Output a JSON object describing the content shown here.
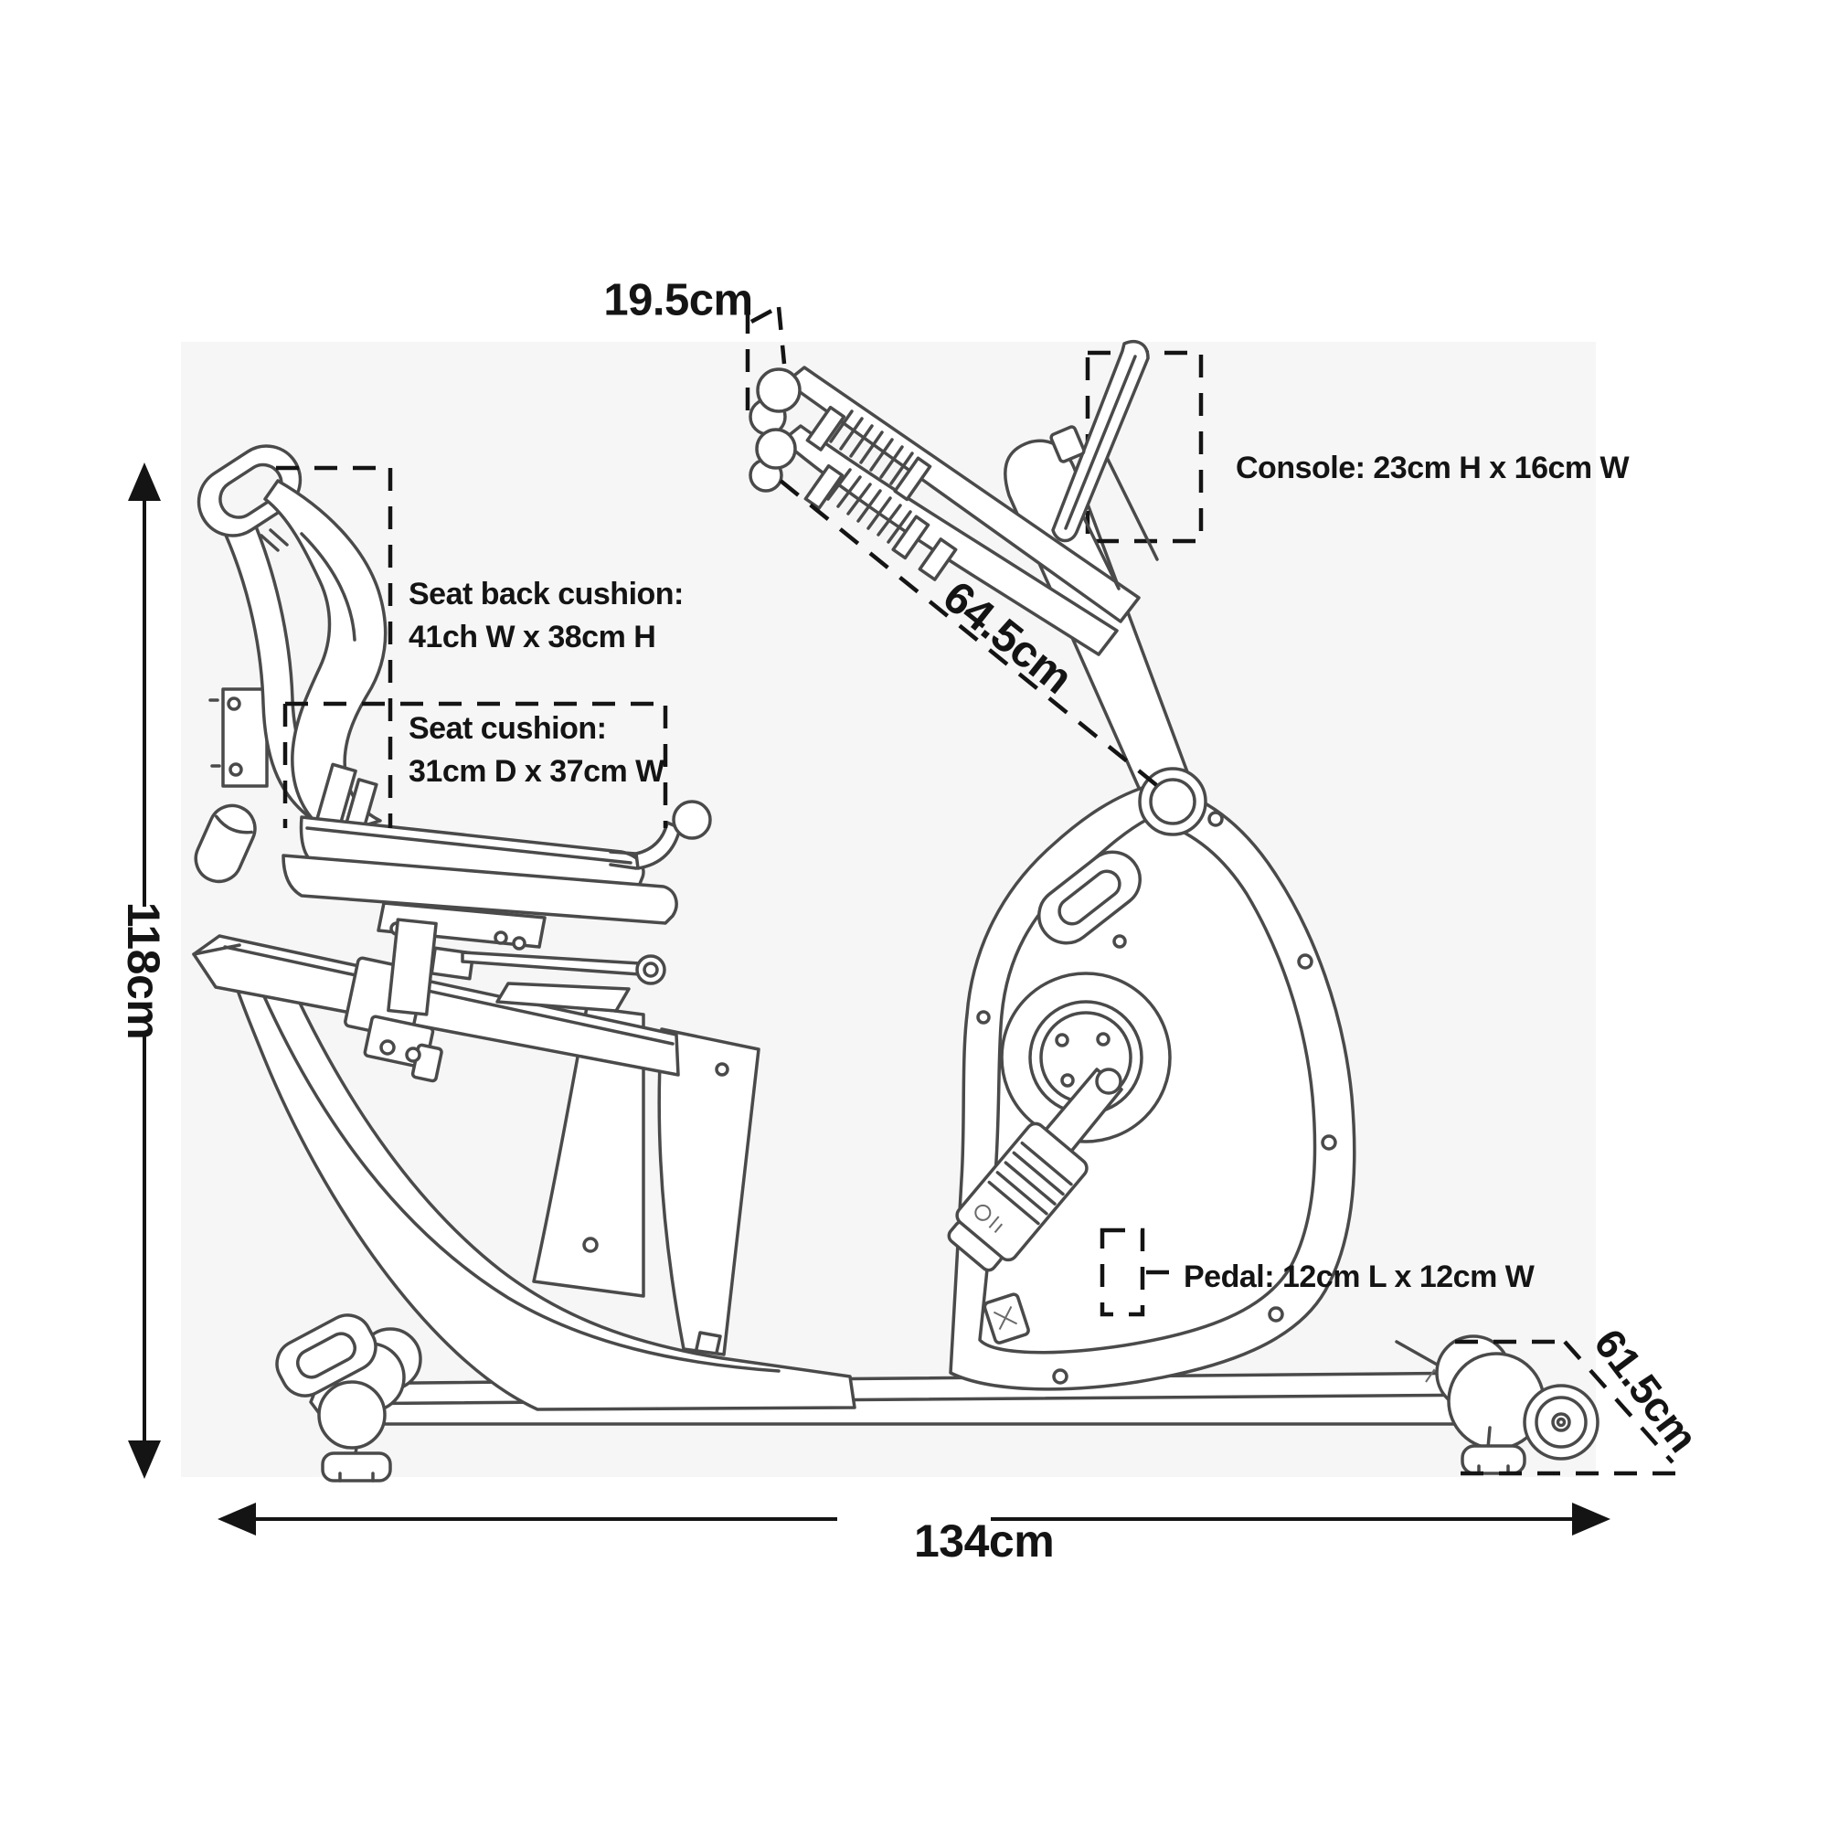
{
  "page": {
    "background": "#ffffff",
    "drawing_area_background": "#f6f6f6"
  },
  "diagram": {
    "subject": "Recumbent exercise bike dimensions diagram",
    "line_color": "#4a4a4a",
    "annotation_color": "#141414",
    "labels": {
      "handlebar_width": "19.5cm",
      "console": "Console: 23cm H x 16cm W",
      "seat_back_line1": "Seat back cushion:",
      "seat_back_line2": "41ch W x 38cm H",
      "seat_cushion_line1": "Seat cushion:",
      "seat_cushion_line2": "31cm D x 37cm W",
      "rail_length": "64.5cm",
      "height": "118cm",
      "pedal": "Pedal: 12cm L x 12cm W",
      "depth": "61.5cm",
      "length": "134cm"
    }
  }
}
